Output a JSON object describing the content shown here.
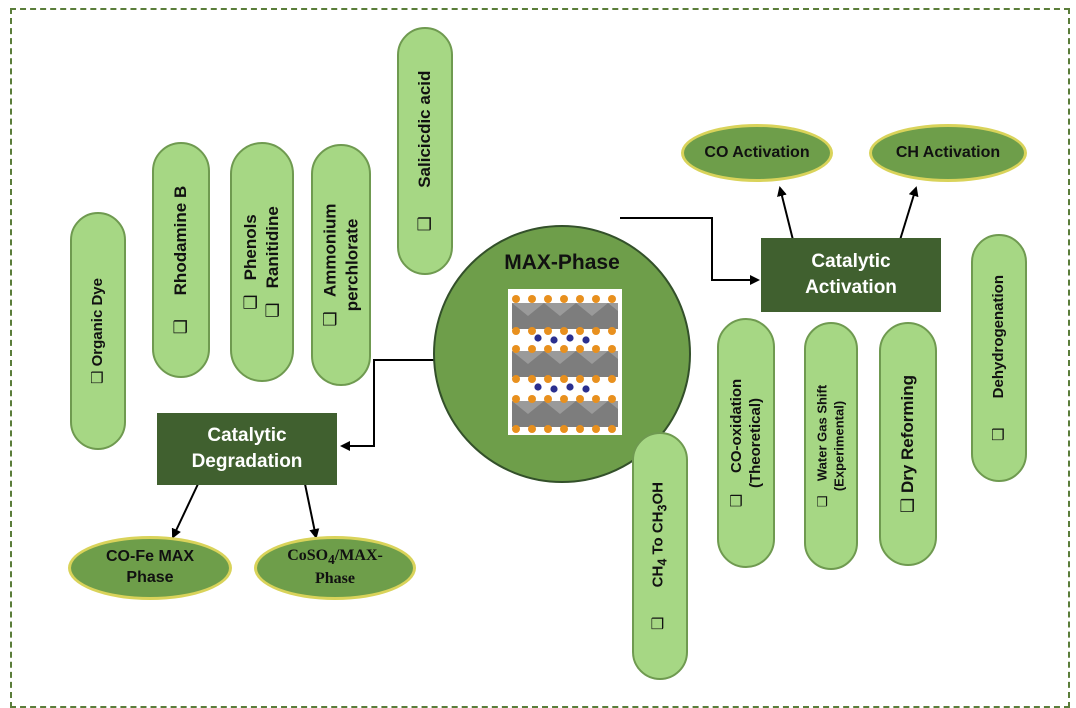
{
  "center": {
    "title": "MAX-Phase",
    "image": "MAX-phase crystal structure"
  },
  "degradation": {
    "box": [
      "Catalytic",
      "Degradation"
    ],
    "pollutants": [
      {
        "lines": [
          "Organic Dye"
        ]
      },
      {
        "lines": [
          "Rhodamine B"
        ]
      },
      {
        "lines": [
          "Phenols",
          "Ranitidine"
        ]
      },
      {
        "lines": [
          "Ammonium",
          "perchlorate"
        ]
      },
      {
        "lines": [
          "Salicicdic acid"
        ]
      }
    ],
    "catalysts": [
      {
        "lines": [
          "CO-Fe MAX",
          "Phase"
        ]
      },
      {
        "line1_pre": "CoSO",
        "line1_sub": "4",
        "line1_post": "/MAX-",
        "line2": "Phase"
      }
    ]
  },
  "activation": {
    "box": [
      "Catalytic",
      "Activation"
    ],
    "targets": [
      "CO Activation",
      "CH Activation"
    ],
    "reactions": [
      {
        "pre": "CH",
        "sub1": "4",
        "mid": " To CH",
        "sub2": "3",
        "post": "OH"
      },
      {
        "lines": [
          "CO-oxidation",
          "(Theoretical)"
        ]
      },
      {
        "lines": [
          "Water Gas Shift",
          "(Experimental)"
        ]
      },
      {
        "lines": [
          "Dry Reforming"
        ]
      },
      {
        "lines": [
          "Dehydrogenation"
        ]
      }
    ]
  },
  "checkbox_symbol": "❑",
  "colors": {
    "pill": "#a6d784",
    "box": "#40602f",
    "ellipse": "#6e9e4a",
    "frame": "#5a7d3a"
  }
}
